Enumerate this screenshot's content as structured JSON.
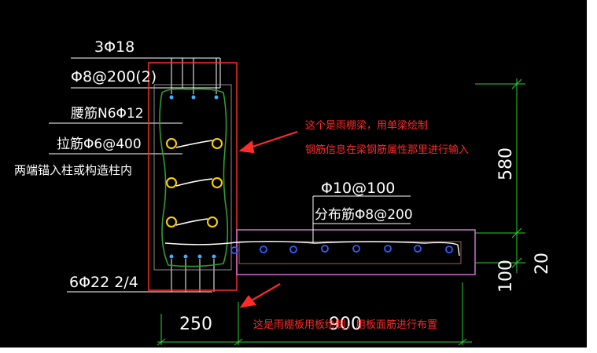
{
  "colors": {
    "background": "#000000",
    "text": "#ffffff",
    "beam_outline": "#ff2a2a",
    "slab_outline": "#d070d0",
    "rebar_stirrup": "#2f9e2f",
    "rebar_dots": "#ffd400",
    "slab_bars": "#2f5fff",
    "dimension": "#2fd02f",
    "annotation": "#ff2a2a"
  },
  "beam_labels": {
    "top_bars": "3Φ18",
    "stirrups": "Φ8@200(2)",
    "side_bars": "腰筋N6Φ12",
    "tie_bars": "拉筋Φ6@400",
    "anchor_note": "两端锚入柱或构造柱内",
    "bottom_bars": "6Φ22 2/4"
  },
  "slab_labels": {
    "main_bars": "Φ10@100",
    "distribution_bars": "分布筋Φ8@200"
  },
  "dimensions": {
    "beam_width": "250",
    "slab_length": "900",
    "beam_height": "580",
    "slab_thickness": "100",
    "slab_offset": "20"
  },
  "annotations": {
    "beam_note_line1": "这个是雨棚梁，用单梁绘制",
    "beam_note_line2": "钢筋信息在梁钢筋属性那里进行输入",
    "slab_note": "这是雨棚板用板绘制，用板面筋进行布置"
  }
}
